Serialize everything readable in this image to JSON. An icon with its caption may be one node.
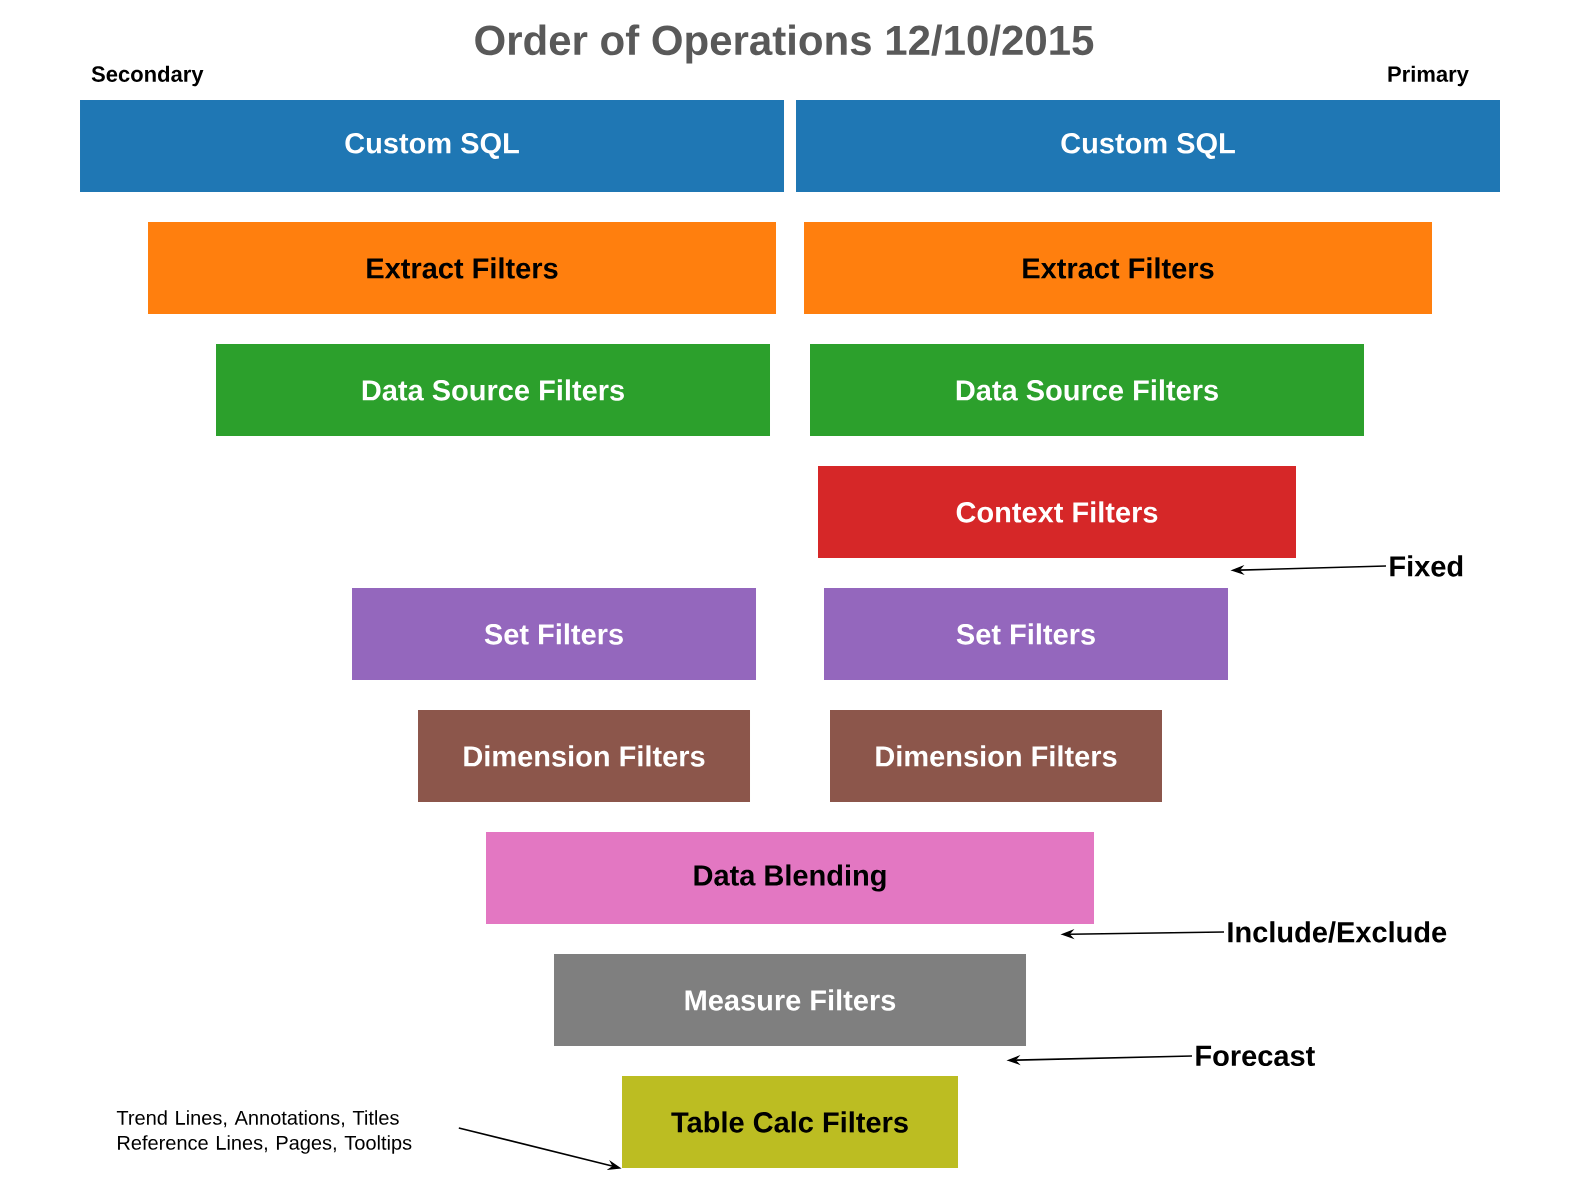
{
  "diagram": {
    "title": "Order of Operations 12/10/2015",
    "nodes": [
      {
        "text": [
          "Custom SQL"
        ],
        "beside": [
          "Secondary"
        ]
      },
      {
        "text": [
          "Custom SQL"
        ],
        "beside": [
          "Primary"
        ]
      },
      {
        "text": [
          "Extract Filters"
        ]
      },
      {
        "text": [
          "Extract Filters"
        ]
      },
      {
        "text": [
          "Data Source Filters"
        ]
      },
      {
        "text": [
          "Data Source Filters"
        ]
      },
      {
        "text": [
          "Context Filters"
        ]
      },
      {
        "text": [
          "Set Filters"
        ]
      },
      {
        "text": [
          "Set Filters"
        ]
      },
      {
        "text": [
          "Dimension Filters"
        ]
      },
      {
        "text": [
          "Dimension Filters"
        ]
      },
      {
        "text": [
          "Data Blending"
        ]
      },
      {
        "text": [
          "Measure Filters"
        ]
      },
      {
        "text": [
          "Table Calc Filters"
        ]
      },
      {
        "text": [
          "Fixed"
        ]
      },
      {
        "text": [
          "Include/Exclude"
        ]
      },
      {
        "text": [
          "Forecast"
        ]
      },
      {
        "text": [
          "Trend Lines, Annotations, Titles Reference Lines, Pages, Tooltips"
        ]
      }
    ],
    "edges": [
      {
        "from": 14,
        "to": 6,
        "arrow": "to"
      },
      {
        "from": 15,
        "to": 11,
        "arrow": "to"
      },
      {
        "from": 16,
        "to": 12,
        "arrow": "to"
      },
      {
        "from": 17,
        "to": 13,
        "arrow": "to"
      }
    ]
  }
}
